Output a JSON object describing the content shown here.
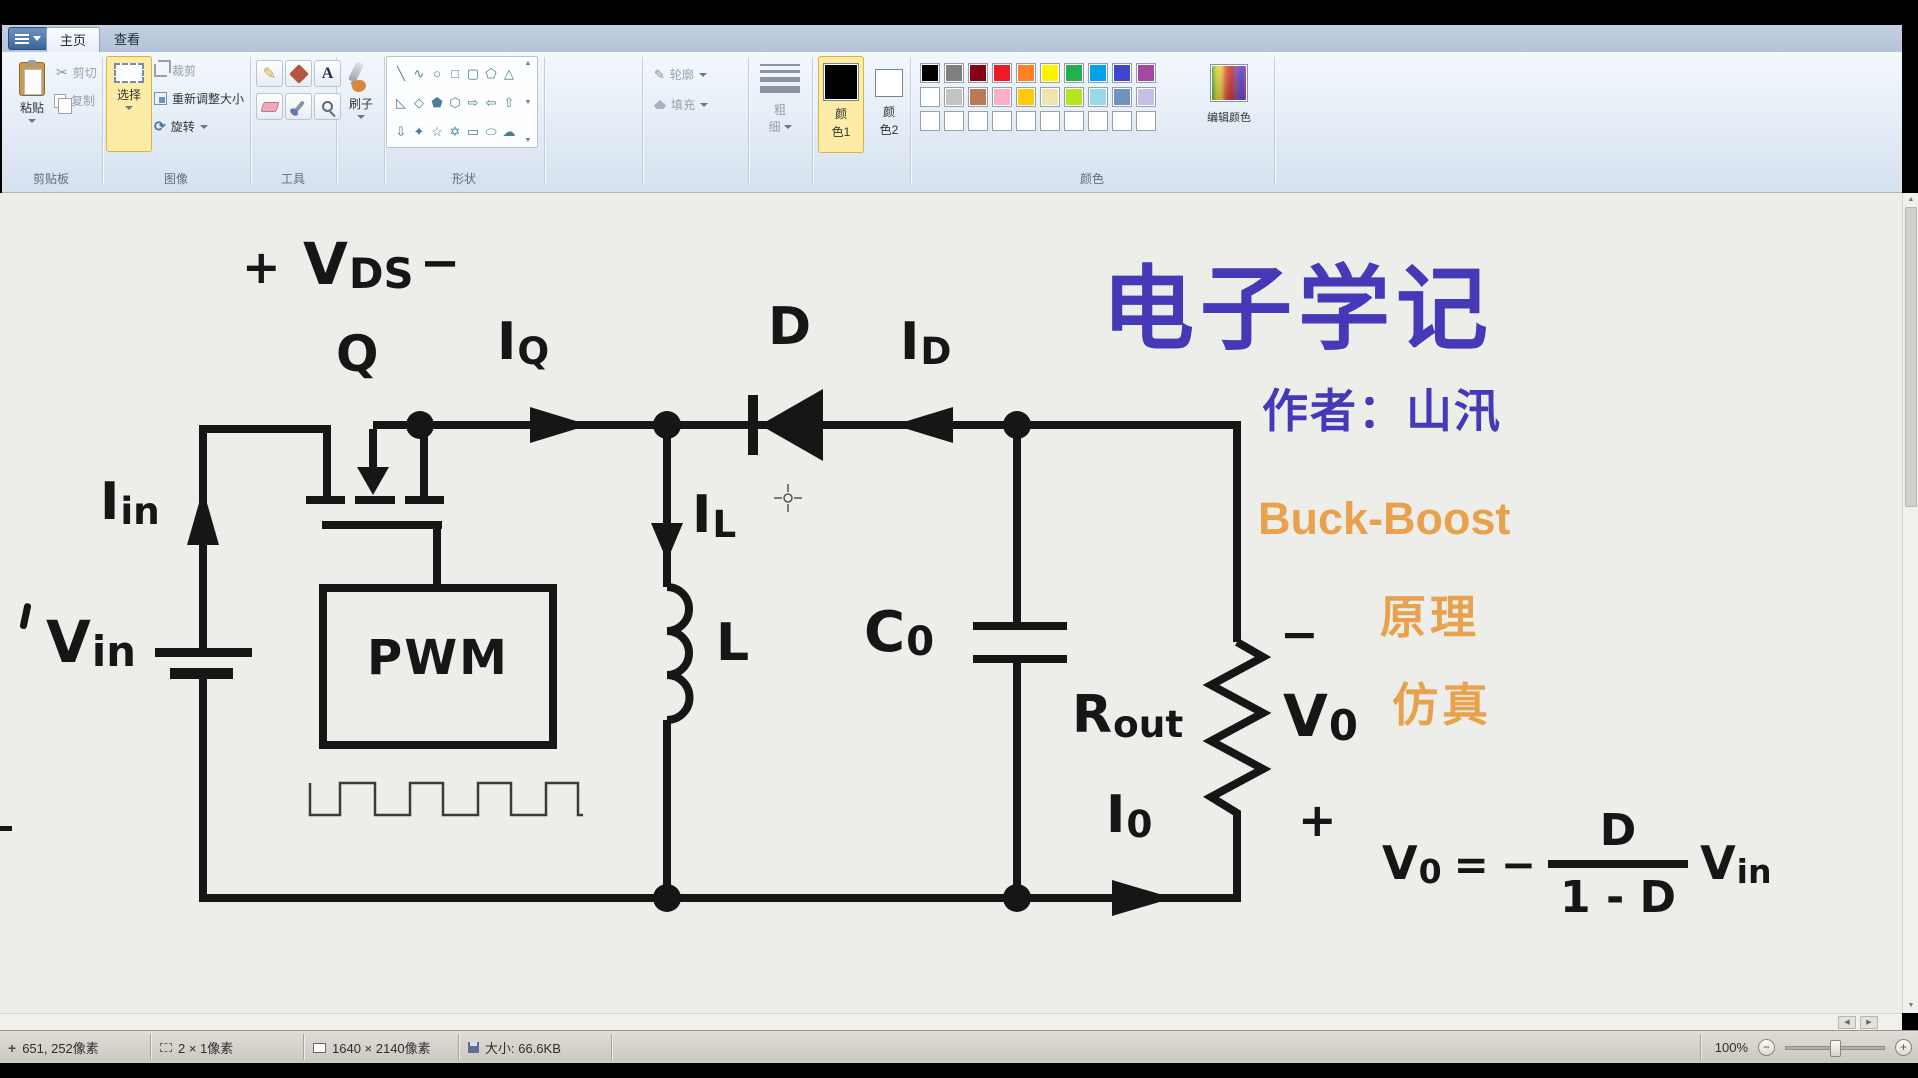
{
  "app": {
    "tabs": [
      "主页",
      "查看"
    ]
  },
  "ribbon": {
    "clipboard": {
      "group_label": "剪贴板",
      "paste": "粘贴",
      "cut": "剪切",
      "copy": "复制"
    },
    "image": {
      "group_label": "图像",
      "select": "选择",
      "crop": "裁剪",
      "resize": "重新调整大小",
      "rotate": "旋转"
    },
    "tools": {
      "group_label": "工具"
    },
    "brushes": {
      "label": "刷子"
    },
    "shapes": {
      "group_label": "形状",
      "glyphs": [
        "╲",
        "∿",
        "○",
        "□",
        "▢",
        "⬠",
        "△",
        "◺",
        "◇",
        "⬟",
        "⬡",
        "⇨",
        "⇦",
        "⇧",
        "⇩",
        "✦",
        "☆",
        "✡",
        "▭",
        "⬭",
        "☁"
      ]
    },
    "style_tools": {
      "outline": "轮廓",
      "fill": "填充",
      "size_l1": "粗",
      "size_l2": "细"
    },
    "colors": {
      "group_label": "颜色",
      "color1_l1": "颜",
      "color1_l2": "色1",
      "color1_value": "#000000",
      "color2_l1": "颜",
      "color2_l2": "色2",
      "color2_value": "#ffffff",
      "edit_colors": "编辑颜色",
      "palette_row1": [
        "#000000",
        "#7f7f7f",
        "#880015",
        "#ed1c24",
        "#ff7f27",
        "#fff200",
        "#22b14c",
        "#00a2e8",
        "#3f48cc",
        "#a349a4"
      ],
      "palette_row2": [
        "#ffffff",
        "#c3c3c3",
        "#b97a57",
        "#ffaec9",
        "#ffc90e",
        "#efe4b0",
        "#b5e61d",
        "#99d9ea",
        "#7092be",
        "#c8bfe7"
      ],
      "palette_row3": [
        "#ffffff",
        "#ffffff",
        "#ffffff",
        "#ffffff",
        "#ffffff",
        "#ffffff",
        "#ffffff",
        "#ffffff",
        "#ffffff",
        "#ffffff"
      ]
    }
  },
  "canvas": {
    "circuit_labels": {
      "vds_plus": "+",
      "vds_main": "V",
      "vds_sub": "DS",
      "vds_minus": "−",
      "q": "Q",
      "iq_main": "I",
      "iq_sub": "Q",
      "d": "D",
      "id_main": "I",
      "id_sub": "D",
      "iin_main": "I",
      "iin_sub": "in",
      "vin_main": "V",
      "vin_sub": "in",
      "il_main": "I",
      "il_sub": "L",
      "l": "L",
      "c0_main": "C",
      "c0_sub": "0",
      "rout_main": "R",
      "rout_sub": "out",
      "i0_main": "I",
      "i0_sub": "0",
      "v0_main": "V",
      "v0_sub": "0",
      "out_minus": "−",
      "out_plus": "+",
      "pwm": "PWM"
    },
    "annotations": {
      "title": "电子学记",
      "title_color": "#4639b8",
      "author": "作者：山汛",
      "topic_en": "Buck-Boost",
      "topic_l2": "原理",
      "topic_l3": "仿真",
      "topic_color": "#e8a24e"
    },
    "formula": {
      "lhs_main": "V",
      "lhs_sub": "0",
      "eq": "=",
      "neg": "−",
      "num": "D",
      "den": "1 - D",
      "rhs_main": "V",
      "rhs_sub": "in"
    }
  },
  "status": {
    "cursor_pos": "651, 252像素",
    "selection": "2 × 1像素",
    "image_size": "1640 × 2140像素",
    "file_size": "大小: 66.6KB",
    "zoom_level": "100%"
  }
}
